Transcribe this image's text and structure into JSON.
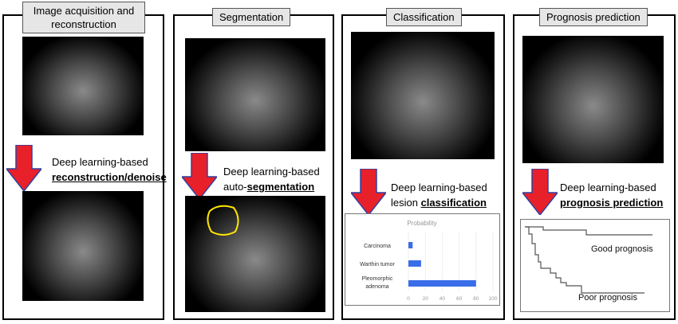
{
  "panels": [
    {
      "title_line1": "Image acquisition and",
      "title_line2": "reconstruction",
      "text1": "Deep learning-based",
      "text2": "reconstruction/denoise"
    },
    {
      "title": "Segmentation",
      "text1": "Deep learning-based",
      "text2_plain": "auto-",
      "text2_bold": "segmentation"
    },
    {
      "title": "Classification",
      "text1": "Deep learning-based",
      "text2_plain": "lesion ",
      "text2_bold": "classification"
    },
    {
      "title": "Prognosis prediction",
      "text1": "Deep learning-based",
      "text2": "prognosis prediction"
    }
  ],
  "chart_data": {
    "type": "bar",
    "title": "Probability",
    "categories": [
      "Carcinoma",
      "Warthin tumor",
      "Pleomorphic adenoma"
    ],
    "values": [
      5,
      15,
      80
    ],
    "xlim": [
      0,
      100
    ],
    "xticks": [
      "0",
      "20",
      "40",
      "60",
      "80",
      "100"
    ],
    "colors": {
      "bar": "#3a6ee8"
    }
  },
  "prognosis": {
    "good": "Good prognosis",
    "poor": "Poor prognosis"
  }
}
